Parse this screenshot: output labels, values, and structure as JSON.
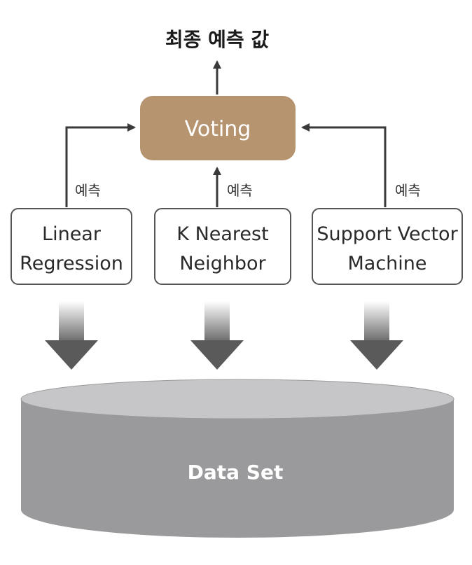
{
  "output": {
    "final_prediction": "최종 예측 값"
  },
  "voting": {
    "label": "Voting"
  },
  "prediction_label": "예측",
  "models": [
    {
      "line1": "Linear",
      "line2": "Regression"
    },
    {
      "line1": "K Nearest",
      "line2": "Neighbor"
    },
    {
      "line1": "Support Vector",
      "line2": "Machine"
    }
  ],
  "dataset": {
    "label": "Data Set"
  },
  "colors": {
    "voting_fill": "#b79470",
    "box_border": "#555555",
    "arrow": "#3a3a3a",
    "cylinder_side": "#9a9a9c",
    "cylinder_top": "#c6c6c8",
    "big_arrow_dark": "#5a5a5a"
  }
}
